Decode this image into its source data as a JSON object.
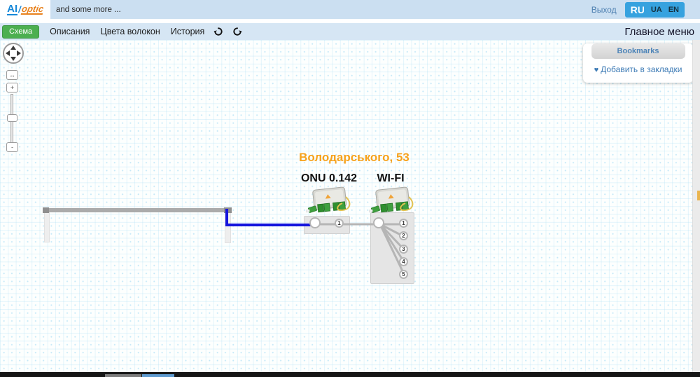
{
  "topbar": {
    "logo_ai": "AI",
    "logo_slash": "/",
    "logo_optic": "optic",
    "tagline": "and some more ...",
    "logout": "Выход",
    "languages": [
      {
        "code": "RU",
        "active": true
      },
      {
        "code": "UA",
        "active": false
      },
      {
        "code": "EN",
        "active": false
      }
    ]
  },
  "toolbar": {
    "schema_label": "Схема",
    "items": [
      "Описания",
      "Цвета волокон",
      "История"
    ],
    "main_menu": "Главное меню"
  },
  "bookmarks": {
    "title": "Bookmarks",
    "heart_icon": "♥",
    "add_label": "Добавить в закладки"
  },
  "zoom_controls": {
    "fit_icon": "↔",
    "plus_icon": "+",
    "minus_icon": "-"
  },
  "diagram": {
    "address": "Володарського, 53",
    "devices": [
      {
        "label": "ONU 0.142",
        "ports": [
          "1"
        ]
      },
      {
        "label": "WI-FI",
        "ports": [
          "1",
          "2",
          "3",
          "4",
          "5"
        ]
      }
    ]
  },
  "colors": {
    "accent_blue": "#36a2df",
    "schema_green": "#4caf50",
    "address_orange": "#f7a21c",
    "cable_blue": "#1414dd",
    "link_gray": "#b5b5b5"
  }
}
